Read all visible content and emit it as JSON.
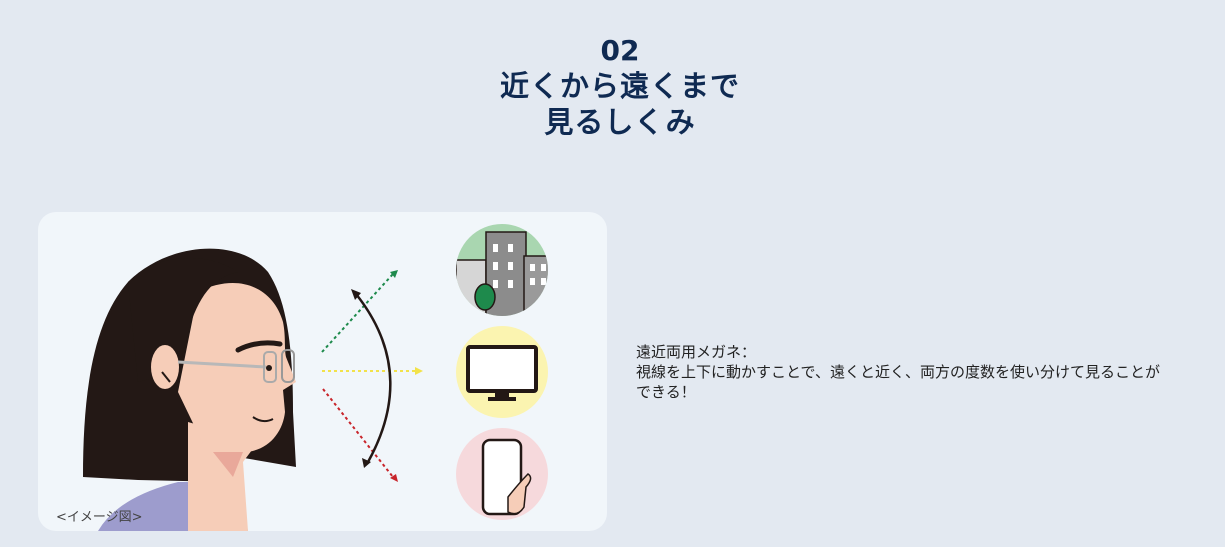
{
  "section": {
    "number": "02",
    "title_line1": "近くから遠くまで",
    "title_line2": "見るしくみ"
  },
  "illustration": {
    "caption": "<イメージ図>",
    "icons": [
      "city-buildings-icon",
      "monitor-icon",
      "smartphone-icon"
    ],
    "colors": {
      "far": "#1e8a4c",
      "middle": "#f2e24a",
      "near": "#c8242a",
      "far_circle": "#a9d6b0",
      "middle_circle": "#fbf4b0",
      "near_circle": "#f6d9dc",
      "hair": "#231815",
      "skin": "#f6cdb8",
      "shirt": "#9d9ccd"
    }
  },
  "description": {
    "title": "遠近両用メガネ：",
    "body_line1": "視線を上下に動かすことで、遠くと近く、両方の度数を使い分けて見ることが",
    "body_line2": "できる！"
  }
}
